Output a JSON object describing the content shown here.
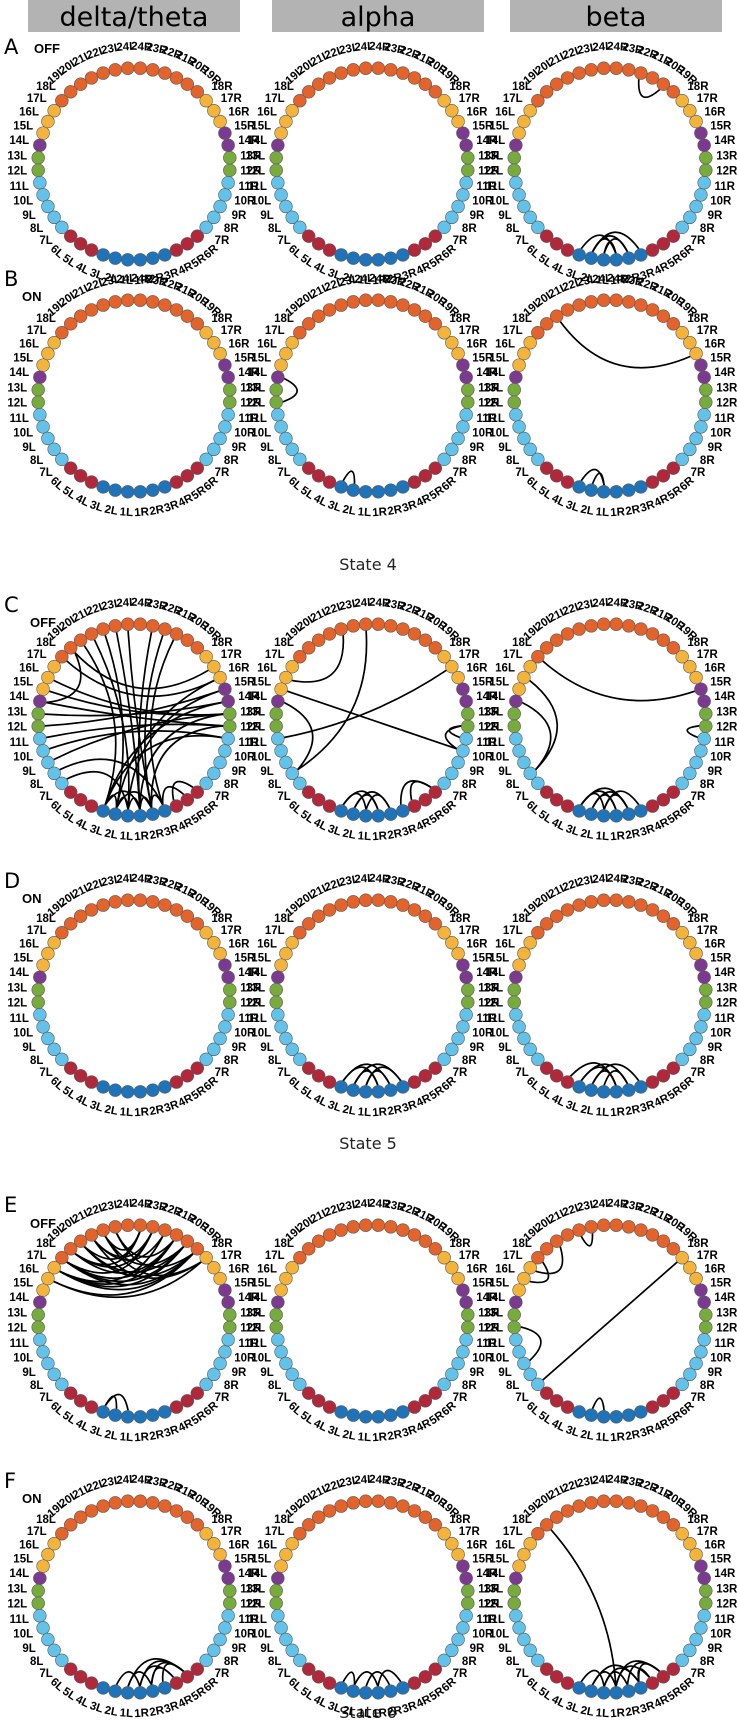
{
  "colors": {
    "header_bg": "#b3b3b3",
    "orange": "#e2632b",
    "yellow": "#f4b43c",
    "purple": "#7b3a8f",
    "green": "#77ab3e",
    "lightblue": "#63c2ea",
    "red": "#b0283a",
    "blue": "#1f73b8"
  },
  "bands": [
    "delta/theta",
    "alpha",
    "beta"
  ],
  "node_labels": [
    "24L",
    "23L",
    "22L",
    "21L",
    "20L",
    "19L",
    "18L",
    "17L",
    "16L",
    "15L",
    "14L",
    "13L",
    "12L",
    "11L",
    "10L",
    "9L",
    "8L",
    "7L",
    "6L",
    "5L",
    "4L",
    "3L",
    "2L",
    "1L",
    "1R",
    "2R",
    "3R",
    "4R",
    "5R",
    "6R",
    "7R",
    "8R",
    "9R",
    "10R",
    "11R",
    "12R",
    "13R",
    "14R",
    "15R",
    "16R",
    "17R",
    "18R",
    "19R",
    "20R",
    "21R",
    "22R",
    "23R",
    "24R"
  ],
  "node_groups": {
    "orange": [
      "24L",
      "23L",
      "22L",
      "21L",
      "20L",
      "19L",
      "18L",
      "19R",
      "20R",
      "21R",
      "22R",
      "23R",
      "24R"
    ],
    "yellow": [
      "17L",
      "16L",
      "15L",
      "16R",
      "17R",
      "18R"
    ],
    "purple": [
      "14L",
      "14R",
      "15R"
    ],
    "green": [
      "13L",
      "12L",
      "12R",
      "13R"
    ],
    "lightblue": [
      "11L",
      "10L",
      "9L",
      "8L",
      "7L",
      "7R",
      "8R",
      "9R",
      "10R",
      "11R"
    ],
    "red": [
      "6L",
      "5L",
      "4L",
      "4R",
      "5R",
      "6R"
    ],
    "blue": [
      "3L",
      "2L",
      "1L",
      "1R",
      "2R",
      "3R"
    ]
  },
  "states": [
    {
      "label": "State 4"
    },
    {
      "label": "State 5"
    },
    {
      "label": "State 6"
    }
  ],
  "panels": [
    {
      "letter": "A",
      "condition": "OFF",
      "connections": [
        [],
        [],
        [
          [
            "22R",
            "20R"
          ],
          [
            "2L",
            "2R"
          ],
          [
            "2L",
            "1R"
          ],
          [
            "1L",
            "2R"
          ],
          [
            "1L",
            "1R"
          ],
          [
            "3L",
            "1R"
          ],
          [
            "2L",
            "3R"
          ]
        ]
      ]
    },
    {
      "letter": "B",
      "condition": "ON",
      "connections": [
        [],
        [
          [
            "14L",
            "12L"
          ],
          [
            "3L",
            "2L"
          ]
        ],
        [
          [
            "20L",
            "16R"
          ],
          [
            "3L",
            "1L"
          ],
          [
            "2L",
            "1L"
          ]
        ]
      ]
    },
    {
      "letter": "C",
      "condition": "OFF",
      "connections": [
        [
          [
            "21L",
            "1L"
          ],
          [
            "22L",
            "2L"
          ],
          [
            "20L",
            "3L"
          ],
          [
            "19L",
            "14L"
          ],
          [
            "23L",
            "1R"
          ],
          [
            "24L",
            "2R"
          ],
          [
            "23R",
            "1R"
          ],
          [
            "22R",
            "2R"
          ],
          [
            "21R",
            "3R"
          ],
          [
            "15L",
            "13R"
          ],
          [
            "14L",
            "12R"
          ],
          [
            "13L",
            "14R"
          ],
          [
            "12L",
            "15R"
          ],
          [
            "11L",
            "12R"
          ],
          [
            "10L",
            "11R"
          ],
          [
            "9L",
            "13R"
          ],
          [
            "8L",
            "3R"
          ],
          [
            "7L",
            "1L"
          ],
          [
            "15R",
            "1L"
          ],
          [
            "16R",
            "2L"
          ],
          [
            "14R",
            "3L"
          ],
          [
            "13R",
            "1R"
          ],
          [
            "12R",
            "2R"
          ],
          [
            "11R",
            "3L"
          ],
          [
            "19L",
            "17R"
          ],
          [
            "18L",
            "16R"
          ],
          [
            "16L",
            "13R"
          ],
          [
            "3L",
            "2L"
          ],
          [
            "2L",
            "1L"
          ],
          [
            "1L",
            "1R"
          ],
          [
            "1R",
            "2R"
          ],
          [
            "2R",
            "3R"
          ],
          [
            "3L",
            "1R"
          ],
          [
            "2L",
            "2R"
          ],
          [
            "5R",
            "3R"
          ],
          [
            "6R",
            "4R"
          ]
        ],
        [
          [
            "16L",
            "22L"
          ],
          [
            "15L",
            "10R"
          ],
          [
            "14L",
            "8L"
          ],
          [
            "11L",
            "17R"
          ],
          [
            "24L",
            "8L"
          ],
          [
            "12R",
            "11R"
          ],
          [
            "12R",
            "10R"
          ],
          [
            "3L",
            "1R"
          ],
          [
            "2L",
            "1R"
          ],
          [
            "2L",
            "2R"
          ],
          [
            "1L",
            "2R"
          ],
          [
            "3L",
            "1L"
          ],
          [
            "3R",
            "6R"
          ],
          [
            "4R",
            "6R"
          ]
        ],
        [
          [
            "18L",
            "15R"
          ],
          [
            "14L",
            "8L"
          ],
          [
            "16L",
            "8L"
          ],
          [
            "12R",
            "11R"
          ],
          [
            "3L",
            "2R"
          ],
          [
            "3L",
            "1R"
          ],
          [
            "2L",
            "1R"
          ],
          [
            "2L",
            "2R"
          ],
          [
            "1L",
            "2R"
          ],
          [
            "1L",
            "3R"
          ],
          [
            "3L",
            "1L"
          ]
        ]
      ]
    },
    {
      "letter": "D",
      "condition": "ON",
      "connections": [
        [],
        [
          [
            "3L",
            "2R"
          ],
          [
            "2L",
            "3R"
          ],
          [
            "2L",
            "1R"
          ],
          [
            "1L",
            "2R"
          ],
          [
            "3L",
            "1R"
          ],
          [
            "1L",
            "3R"
          ]
        ],
        [
          [
            "3L",
            "2R"
          ],
          [
            "2L",
            "3R"
          ],
          [
            "2L",
            "1R"
          ],
          [
            "1L",
            "2R"
          ],
          [
            "3L",
            "1R"
          ],
          [
            "4L",
            "1R"
          ]
        ]
      ]
    },
    {
      "letter": "E",
      "condition": "OFF",
      "connections": [
        [
          [
            "17L",
            "20R"
          ],
          [
            "17L",
            "21R"
          ],
          [
            "17L",
            "22R"
          ],
          [
            "18L",
            "20R"
          ],
          [
            "18L",
            "19R"
          ],
          [
            "18L",
            "21R"
          ],
          [
            "18L",
            "23R"
          ],
          [
            "19L",
            "21R"
          ],
          [
            "19L",
            "23R"
          ],
          [
            "19L",
            "24R"
          ],
          [
            "20L",
            "19R"
          ],
          [
            "20L",
            "20R"
          ],
          [
            "20L",
            "24R"
          ],
          [
            "21L",
            "22R"
          ],
          [
            "21L",
            "23R"
          ],
          [
            "22L",
            "20R"
          ],
          [
            "22L",
            "24R"
          ],
          [
            "23L",
            "19R"
          ],
          [
            "23L",
            "21R"
          ],
          [
            "16L",
            "19R"
          ],
          [
            "16L",
            "18R"
          ],
          [
            "17L",
            "19R"
          ],
          [
            "21L",
            "18R"
          ],
          [
            "22L",
            "18R"
          ],
          [
            "3L",
            "1L"
          ],
          [
            "3L",
            "2L"
          ]
        ],
        [],
        [
          [
            "23L",
            "22L"
          ],
          [
            "17L",
            "20L"
          ],
          [
            "16L",
            "18L"
          ],
          [
            "12L",
            "9L"
          ],
          [
            "7L",
            "18R"
          ],
          [
            "2L",
            "1L"
          ]
        ]
      ]
    },
    {
      "letter": "F",
      "condition": "ON",
      "connections": [
        [
          [
            "2L",
            "1R"
          ],
          [
            "1L",
            "2R"
          ],
          [
            "1R",
            "4R"
          ],
          [
            "1R",
            "5R"
          ],
          [
            "2R",
            "4R"
          ],
          [
            "2R",
            "5R"
          ],
          [
            "1L",
            "5R"
          ],
          [
            "3R",
            "5R"
          ]
        ],
        [
          [
            "3L",
            "2L"
          ],
          [
            "2L",
            "1R"
          ],
          [
            "1L",
            "2R"
          ],
          [
            "1R",
            "3R"
          ]
        ],
        [
          [
            "19L",
            "1R"
          ],
          [
            "2L",
            "1R"
          ],
          [
            "1L",
            "2R"
          ],
          [
            "1L",
            "3R"
          ],
          [
            "2L",
            "3R"
          ],
          [
            "1R",
            "4R"
          ],
          [
            "1R",
            "5R"
          ],
          [
            "2R",
            "5R"
          ],
          [
            "3R",
            "5R"
          ],
          [
            "3R",
            "4R"
          ],
          [
            "3L",
            "1L"
          ]
        ]
      ]
    }
  ]
}
